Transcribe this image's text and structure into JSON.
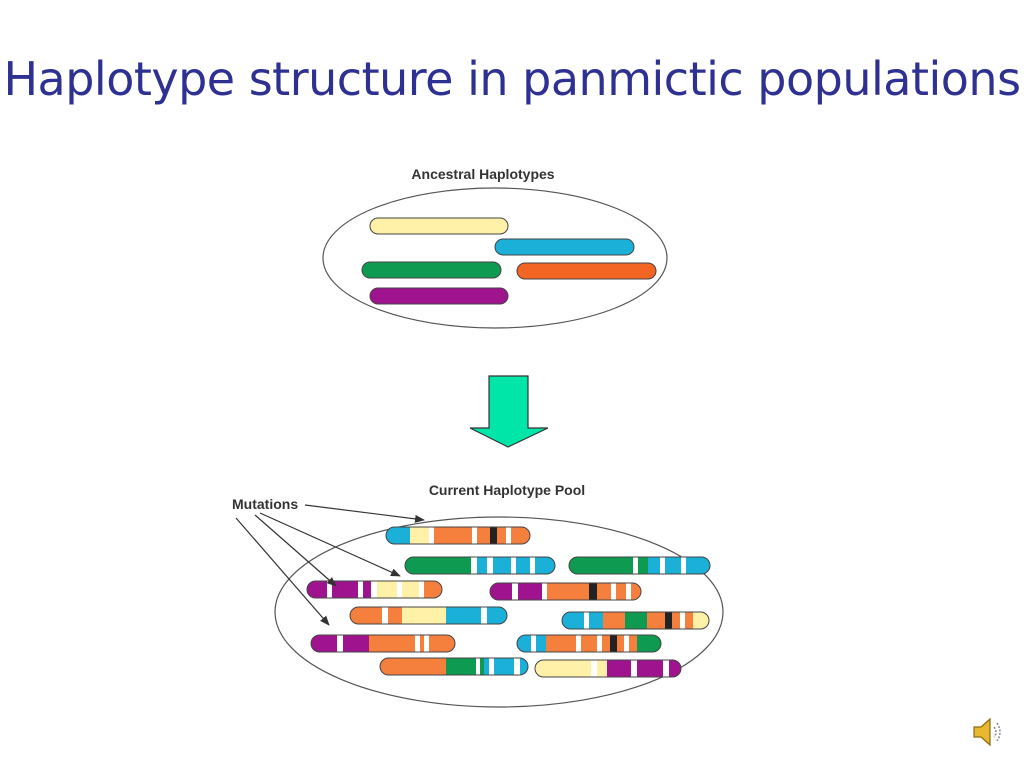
{
  "slide": {
    "title": "Haplotype structure in panmictic populations"
  },
  "ancestral": {
    "label": "Ancestral Haplotypes",
    "haplotypes": [
      {
        "color": "#fff2a8"
      },
      {
        "color": "#1ab0d8"
      },
      {
        "color": "#0f9a52"
      },
      {
        "color": "#f26522"
      },
      {
        "color": "#a0138e"
      }
    ]
  },
  "arrow": {
    "color": "#00e6a8"
  },
  "current": {
    "label": "Current Haplotype Pool",
    "mutations_label": "Mutations"
  },
  "palette": {
    "yellow": "#fff2a8",
    "blue": "#1ab0d8",
    "green": "#0f9a52",
    "orange": "#f5803e",
    "purple": "#a0138e",
    "mutation_marker": "#222222"
  },
  "icons": {
    "speaker": "speaker-icon"
  }
}
